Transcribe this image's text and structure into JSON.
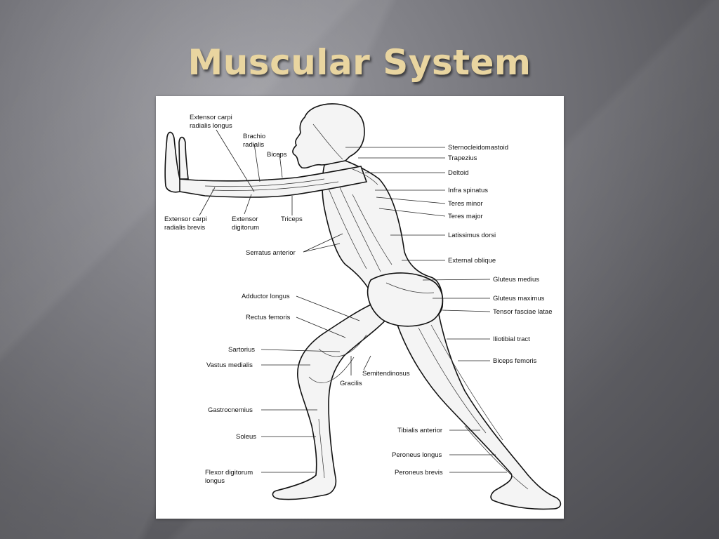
{
  "slide": {
    "title": "Muscular System"
  },
  "diagram": {
    "labels": {
      "extensor_carpi_radialis_longus": [
        "Extensor carpi",
        "radialis longus"
      ],
      "brachio_radialis": [
        "Brachio",
        "radialis"
      ],
      "biceps": "Biceps",
      "extensor_carpi_radialis_brevis": [
        "Extensor carpi",
        "radialis brevis"
      ],
      "extensor_digitorum": [
        "Extensor",
        "digitorum"
      ],
      "triceps": "Triceps",
      "serratus_anterior": "Serratus anterior",
      "adductor_longus": "Adductor longus",
      "rectus_femoris": "Rectus femoris",
      "sartorius": "Sartorius",
      "vastus_medialis": "Vastus medialis",
      "gracilis": "Gracilis",
      "semitendinosus": "Semitendinosus",
      "gastrocnemius": "Gastrocnemius",
      "soleus": "Soleus",
      "flexor_digitorum_longus": [
        "Flexor digitorum",
        "longus"
      ],
      "sternocleidomastoid": "Sternocleidomastoid",
      "trapezius": "Trapezius",
      "deltoid": "Deltoid",
      "infra_spinatus": "Infra spinatus",
      "teres_minor": "Teres minor",
      "teres_major": "Teres major",
      "latissimus_dorsi": "Latissimus dorsi",
      "external_oblique": "External oblique",
      "gluteus_medius": "Gluteus medius",
      "gluteus_maximus": "Gluteus maximus",
      "tensor_fasciae_latae": "Tensor fasciae latae",
      "iliotibial_tract": "Iliotibial tract",
      "biceps_femoris": "Biceps femoris",
      "tibialis_anterior": "Tibialis anterior",
      "peroneus_longus": "Peroneus longus",
      "peroneus_brevis": "Peroneus brevis"
    }
  }
}
